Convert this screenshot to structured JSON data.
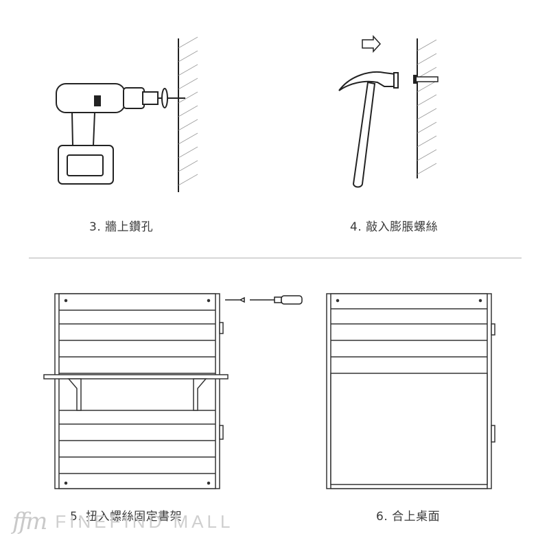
{
  "steps": [
    {
      "number": "3.",
      "label": "牆上鑽孔"
    },
    {
      "number": "4.",
      "label": "敲入膨脹螺絲"
    },
    {
      "number": "5.",
      "label": "扭入螺絲固定書架"
    },
    {
      "number": "6.",
      "label": "合上桌面"
    }
  ],
  "brand": {
    "logo": "ffm",
    "name": "FINEFIND MALL"
  }
}
